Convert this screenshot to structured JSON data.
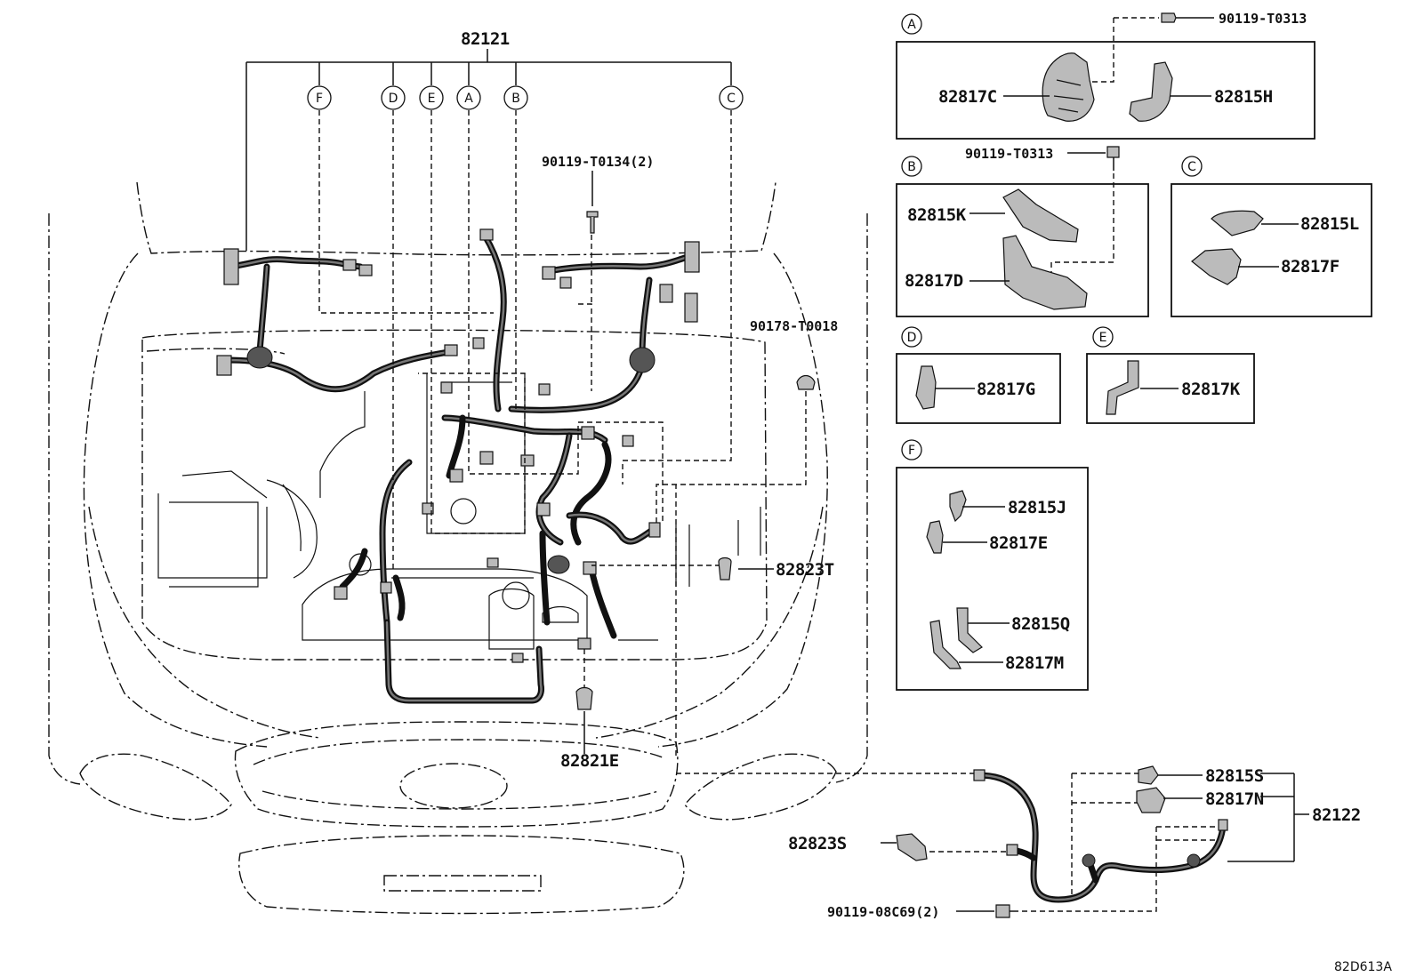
{
  "diagram_code": "82D613A",
  "main_harness": "82121",
  "callouts": [
    "F",
    "D",
    "E",
    "A",
    "B",
    "C"
  ],
  "center_labels": {
    "clip_top": "90119-T0134(2)",
    "clamp_right": "90178-T0018",
    "protector_t": "82823T",
    "clip_bottom": "82821E"
  },
  "detail_A": {
    "letter": "A",
    "bolt": "90119-T0313",
    "left": "82817C",
    "right": "82815H"
  },
  "detail_B": {
    "letter": "B",
    "bolt": "90119-T0313",
    "upper": "82815K",
    "lower": "82817D"
  },
  "detail_C": {
    "letter": "C",
    "upper": "82815L",
    "lower": "82817F"
  },
  "detail_D": {
    "letter": "D",
    "part": "82817G"
  },
  "detail_E": {
    "letter": "E",
    "part": "82817K"
  },
  "detail_F": {
    "letter": "F",
    "parts": [
      "82815J",
      "82817E",
      "82815Q",
      "82817M"
    ]
  },
  "sub_harness": {
    "number": "82122",
    "parts": [
      "82815S",
      "82817N"
    ],
    "protector": "82823S",
    "bolt": "90119-08C69(2)"
  }
}
